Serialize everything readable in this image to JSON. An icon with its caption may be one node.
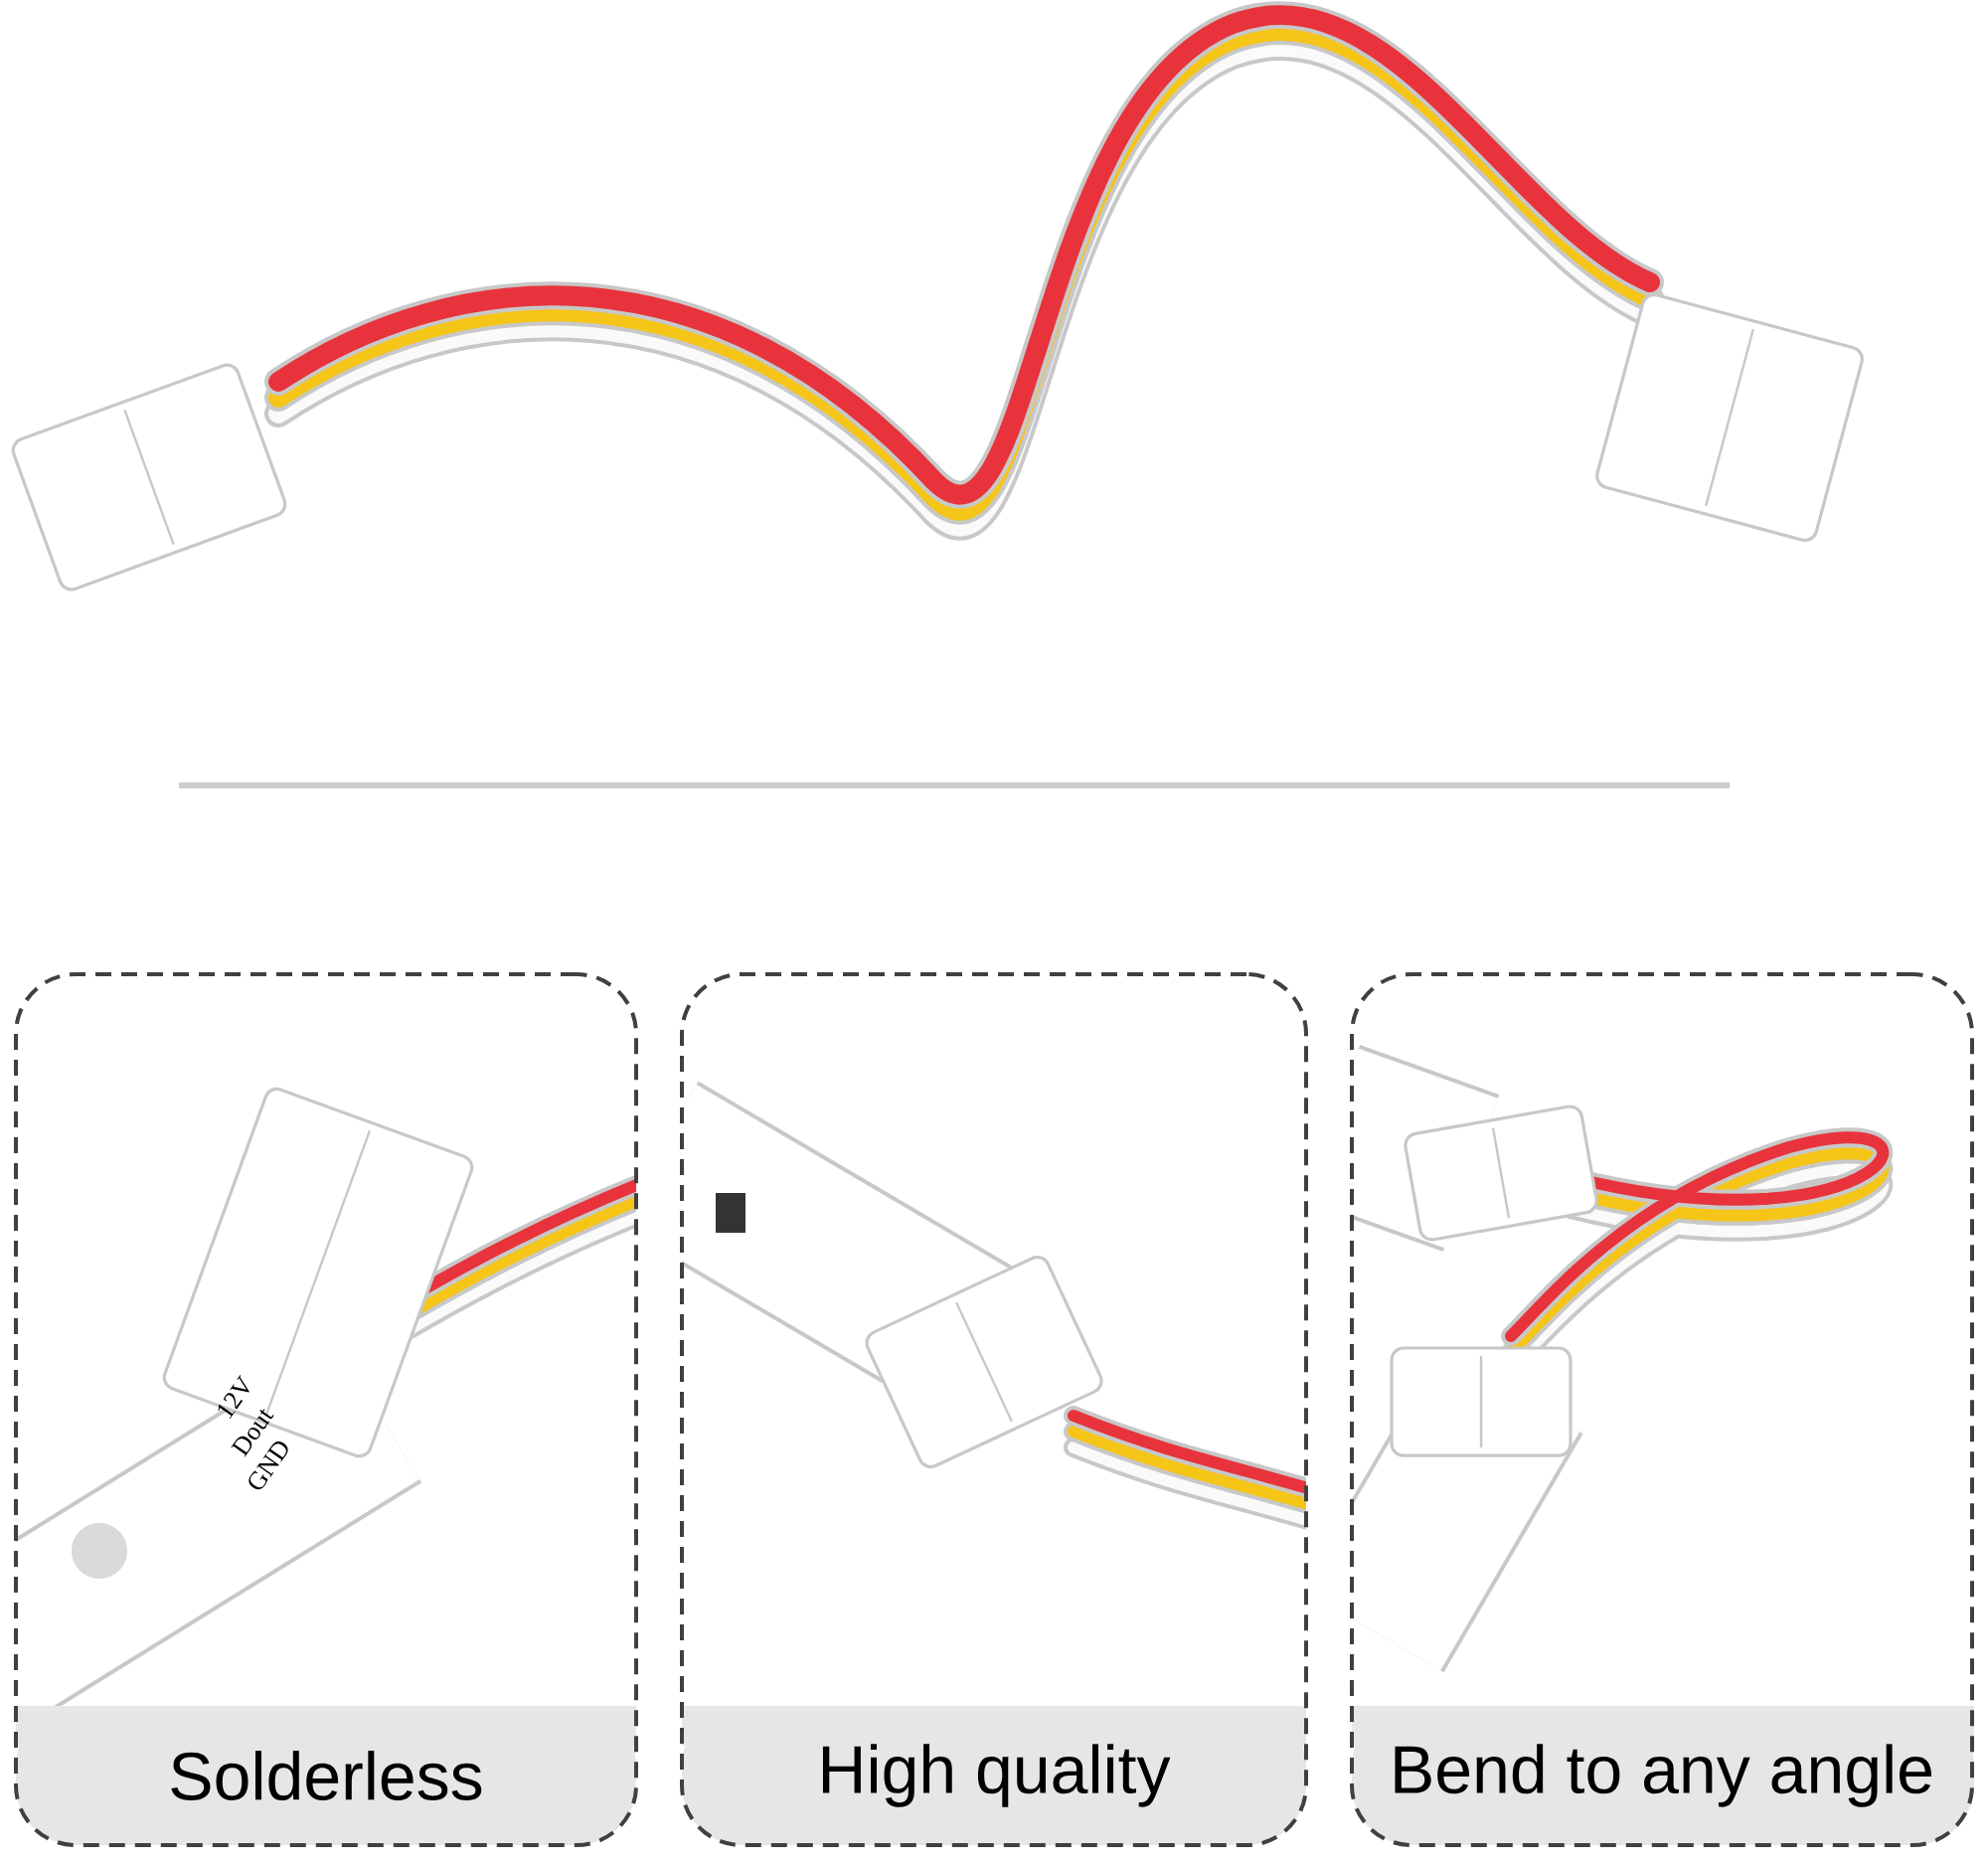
{
  "diagram": {
    "nodes": [
      {
        "text": [
          "Solderless"
        ]
      },
      {
        "text": [
          "High quality"
        ]
      },
      {
        "text": [
          "Bend to any angle"
        ]
      }
    ],
    "labels": [
      "12V",
      "Dout",
      "GND"
    ]
  }
}
